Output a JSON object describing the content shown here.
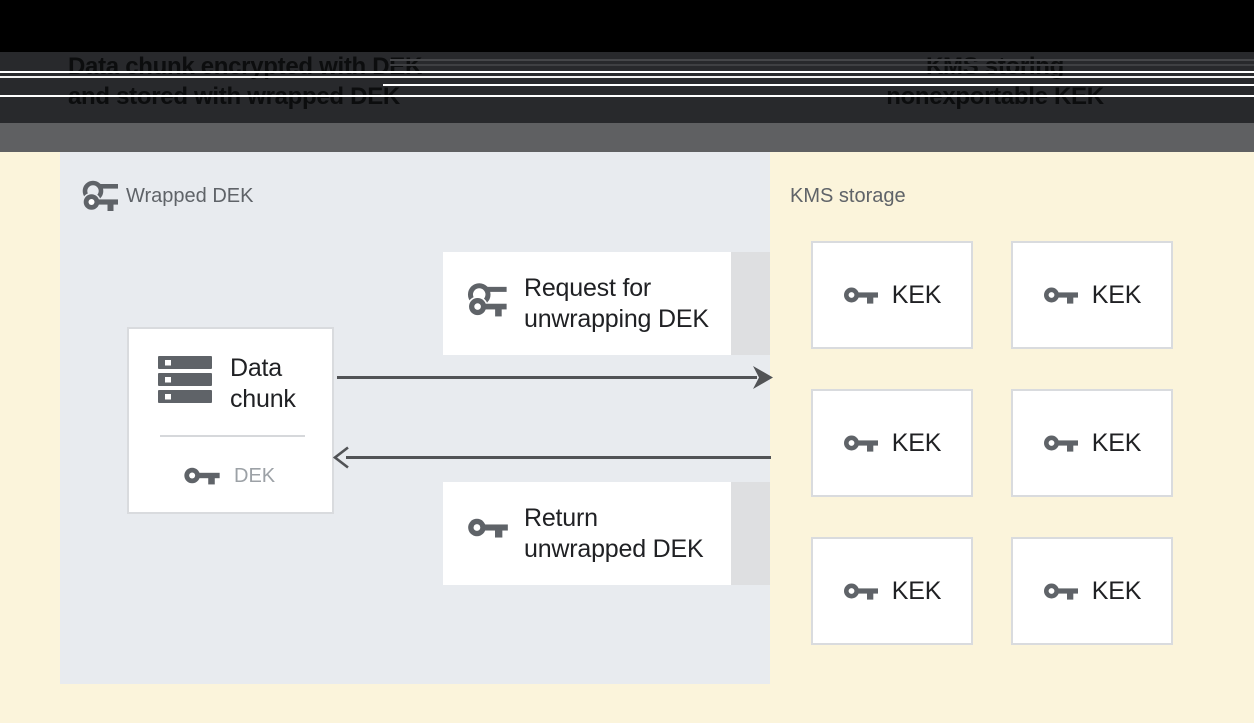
{
  "page": {
    "prev_caption_left": [
      "Data chunk encrypted with DEK",
      "and stored with wrapped DEK"
    ],
    "prev_caption_right": [
      "KMS storing",
      "nonexportable KEK"
    ]
  },
  "diagram": {
    "wrapped_dek_panel": {
      "title": "Wrapped DEK"
    },
    "data_chunk_card": {
      "title_line1": "Data",
      "title_line2": "chunk",
      "key_label": "DEK"
    },
    "request_card": {
      "line1": "Request for",
      "line2": "unwrapping DEK"
    },
    "return_card": {
      "line1": "Return",
      "line2": "unwrapped DEK"
    },
    "kms_storage": {
      "title": "KMS storage",
      "kek_labels": [
        "KEK",
        "KEK",
        "KEK",
        "KEK",
        "KEK",
        "KEK"
      ]
    }
  },
  "icons": {
    "wrapped_key": "wrapped-key-icon",
    "key": "key-icon",
    "data_chunk": "data-chunk-stack-icon",
    "arrow_right": "arrow-right-icon",
    "arrow_left": "arrow-left-icon"
  },
  "colors": {
    "background_yellow": "#FBF4DB",
    "panel_gray": "#E8EBEF",
    "card_gray_extension": "#DEDFE1",
    "box_border": "#D9DBDE",
    "icon_gray": "#5F6368",
    "text_dark": "#202124",
    "label_gray": "#5F6368",
    "dek_label_gray": "#9CA1A6",
    "arrow_gray": "#515356",
    "page_dark": "#28292c",
    "page_band_gray": "#5F6062"
  }
}
